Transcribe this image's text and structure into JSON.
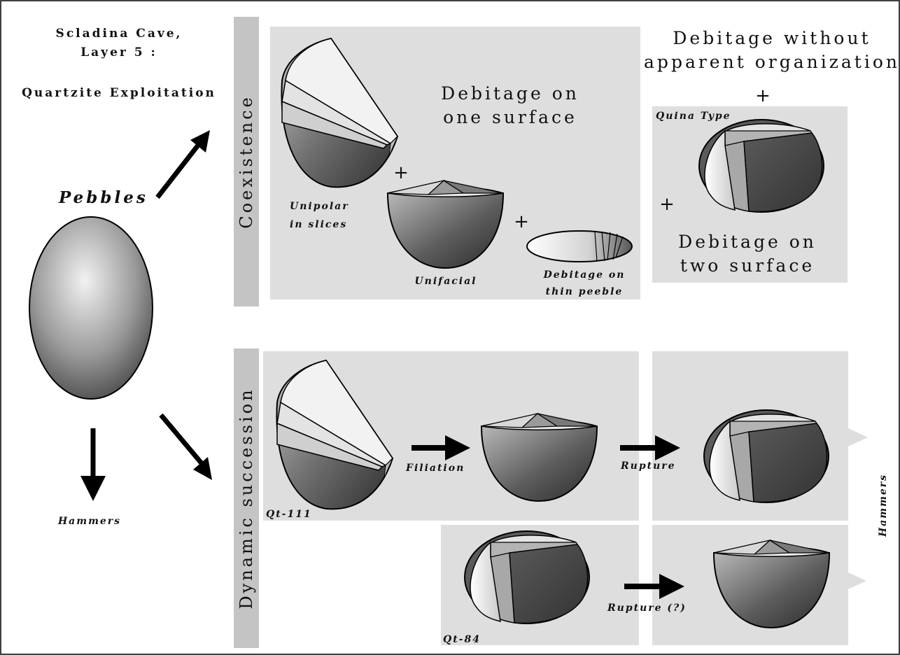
{
  "title": {
    "line1": "Scladina Cave,",
    "line2": "Layer 5 :",
    "line3": "Quartzite Exploitation"
  },
  "pebbles_label": "Pebbles",
  "hammers_left_label": "Hammers",
  "hammers_right_label": "Hammers",
  "coexistence": {
    "band_label": "Coexistence",
    "one_surface": {
      "line1": "Debitage on",
      "line2": "one surface"
    },
    "unipolar": {
      "line1": "Unipolar",
      "line2": "in slices"
    },
    "unifacial": "Unifacial",
    "thin_pebble": {
      "line1": "Debitage on",
      "line2": "thin peeble"
    },
    "plus": "+",
    "no_org": {
      "line1": "Debitage without",
      "line2": "apparent organization"
    },
    "quina": "Quina Type",
    "two_surface": {
      "line1": "Debitage on",
      "line2": "two surface"
    }
  },
  "dynamic": {
    "band_label": "Dynamic succession",
    "filiation": "Filiation",
    "rupture": "Rupture",
    "rupture_q": "Rupture (?)",
    "qt111": "Qt-111",
    "qt84": "Qt-84"
  }
}
